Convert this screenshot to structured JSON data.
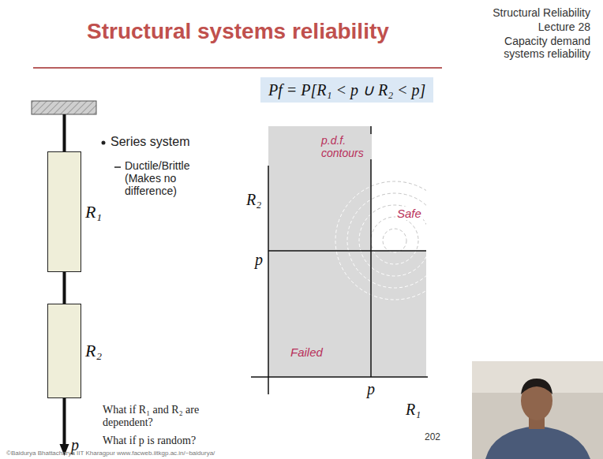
{
  "diagram": {
    "title": "Structural systems reliability",
    "nodes": [
      {
        "text": [
          "Pf = P[R₁ < p ∪ R₂ < p]"
        ]
      },
      {
        "text": [
          "R₁"
        ]
      },
      {
        "text": [
          "R₂"
        ]
      }
    ],
    "edges": [
      {
        "from": 1,
        "to": 2,
        "arrow": "none"
      }
    ],
    "labels": [
      "Structural Reliability",
      "Lecture 28",
      "Capacity demand systems reliability",
      "Series system",
      "Ductile/Brittle (Makes no difference)",
      "p.d.f. contours",
      "Safe",
      "R₂",
      "p",
      "Failed",
      "p",
      "R₁",
      "p",
      "What if R₁ and R₂ are dependent?",
      "What if p is random?",
      "©Baidurya Bhattacharya   IIT Kharagpur   www.facweb.iitkgp.ac.in/~baidurya/",
      "202"
    ]
  }
}
